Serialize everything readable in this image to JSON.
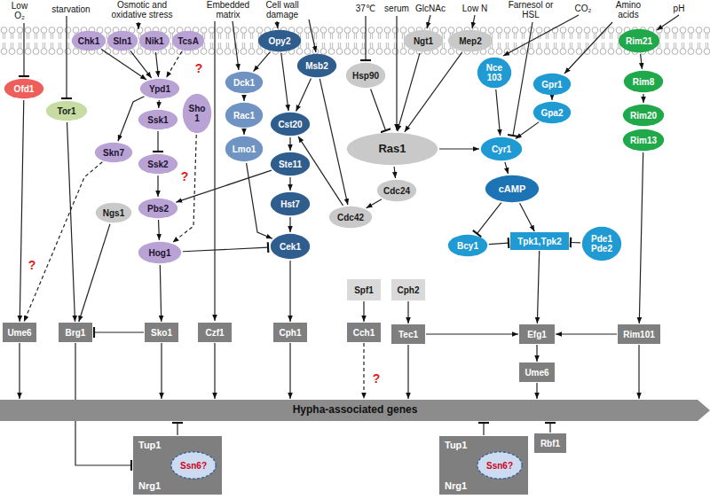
{
  "diagram": {
    "nodes": [
      {
        "text": [
          "Ofd1"
        ]
      },
      {
        "text": [
          "Tor1"
        ]
      },
      {
        "text": [
          "Chk1"
        ]
      },
      {
        "text": [
          "Sln1"
        ]
      },
      {
        "text": [
          "Nik1"
        ]
      },
      {
        "text": [
          "TcsA"
        ]
      },
      {
        "text": [
          "Ypd1"
        ]
      },
      {
        "text": [
          "Sho 1"
        ]
      },
      {
        "text": [
          "Skn7"
        ]
      },
      {
        "text": [
          "Ssk1"
        ]
      },
      {
        "text": [
          "Ssk2"
        ]
      },
      {
        "text": [
          "Pbs2"
        ]
      },
      {
        "text": [
          "Ngs1"
        ]
      },
      {
        "text": [
          "Hog1"
        ]
      },
      {
        "text": [
          "Opy2"
        ]
      },
      {
        "text": [
          "Msb2"
        ]
      },
      {
        "text": [
          "Dck1"
        ]
      },
      {
        "text": [
          "Rac1"
        ]
      },
      {
        "text": [
          "Lmo1"
        ]
      },
      {
        "text": [
          "Cst20"
        ]
      },
      {
        "text": [
          "Ste11"
        ]
      },
      {
        "text": [
          "Hst7"
        ]
      },
      {
        "text": [
          "Cek1"
        ]
      },
      {
        "text": [
          "Hsp90"
        ]
      },
      {
        "text": [
          "Ngt1"
        ]
      },
      {
        "text": [
          "Mep2"
        ]
      },
      {
        "text": [
          "Ras1"
        ]
      },
      {
        "text": [
          "Cdc24"
        ]
      },
      {
        "text": [
          "Cdc42"
        ]
      },
      {
        "text": [
          "Nce 103"
        ]
      },
      {
        "text": [
          "Gpr1"
        ]
      },
      {
        "text": [
          "Gpa2"
        ]
      },
      {
        "text": [
          "Cyr1"
        ]
      },
      {
        "text": [
          "cAMP"
        ]
      },
      {
        "text": [
          "Bcy1"
        ]
      },
      {
        "text": [
          "Tpk1,Tpk2"
        ]
      },
      {
        "text": [
          "Pde1 Pde2"
        ]
      },
      {
        "text": [
          "Rim21"
        ]
      },
      {
        "text": [
          "Rim8"
        ]
      },
      {
        "text": [
          "Rim20"
        ]
      },
      {
        "text": [
          "Rim13"
        ]
      },
      {
        "text": [
          "Ume6"
        ]
      },
      {
        "text": [
          "Brg1"
        ]
      },
      {
        "text": [
          "Sko1"
        ]
      },
      {
        "text": [
          "Czf1"
        ]
      },
      {
        "text": [
          "Cph1"
        ]
      },
      {
        "text": [
          "Spf1"
        ]
      },
      {
        "text": [
          "Cch1"
        ]
      },
      {
        "text": [
          "Cph2"
        ]
      },
      {
        "text": [
          "Tec1"
        ]
      },
      {
        "text": [
          "Efg1"
        ]
      },
      {
        "text": [
          "Ume6"
        ]
      },
      {
        "text": [
          "Rim101"
        ]
      },
      {
        "text": [
          "Hypha-associated genes"
        ]
      },
      {
        "text": [
          "Tup1",
          "Nrg1"
        ]
      },
      {
        "text": [
          "Ssn6?"
        ],
        "in": 54
      },
      {
        "text": [
          "Tup1",
          "Nrg1"
        ]
      },
      {
        "text": [
          "Ssn6?"
        ],
        "in": 56
      },
      {
        "text": [
          "Rbf1"
        ]
      }
    ],
    "edges": [
      {
        "from": 0,
        "to": 41,
        "arrow": "to"
      },
      {
        "from": 1,
        "to": 42,
        "arrow": "to"
      },
      {
        "from": 2,
        "to": 6,
        "arrow": "to"
      },
      {
        "from": 3,
        "to": 6,
        "arrow": "to"
      },
      {
        "from": 4,
        "to": 6,
        "arrow": "to"
      },
      {
        "from": 5,
        "to": 6,
        "arrow": "to"
      },
      {
        "from": 6,
        "to": 9,
        "arrow": "to"
      },
      {
        "from": 6,
        "to": 8,
        "arrow": "to"
      },
      {
        "from": 9,
        "to": 10,
        "arrow": "to"
      },
      {
        "from": 10,
        "to": 11,
        "arrow": "to"
      },
      {
        "from": 11,
        "to": 13,
        "arrow": "to"
      },
      {
        "from": 7,
        "to": 13,
        "arrow": "to"
      },
      {
        "from": 8,
        "to": 41,
        "arrow": "to"
      },
      {
        "from": 12,
        "to": 42,
        "arrow": "to"
      },
      {
        "from": 13,
        "to": 43,
        "arrow": "to"
      },
      {
        "from": 43,
        "to": 42,
        "arrow": "to"
      },
      {
        "from": 13,
        "to": 22,
        "arrow": "to"
      },
      {
        "from": 14,
        "to": 16,
        "arrow": "to"
      },
      {
        "from": 14,
        "to": 19,
        "arrow": "to"
      },
      {
        "from": 15,
        "to": 19,
        "arrow": "to"
      },
      {
        "from": 15,
        "to": 28,
        "arrow": "to"
      },
      {
        "from": 28,
        "to": 19,
        "arrow": "to"
      },
      {
        "from": 16,
        "to": 17,
        "arrow": "to"
      },
      {
        "from": 17,
        "to": 18,
        "arrow": "to"
      },
      {
        "from": 18,
        "to": 22,
        "arrow": "to"
      },
      {
        "from": 19,
        "to": 20,
        "arrow": "to"
      },
      {
        "from": 20,
        "to": 21,
        "arrow": "to"
      },
      {
        "from": 21,
        "to": 22,
        "arrow": "to"
      },
      {
        "from": 22,
        "to": 45,
        "arrow": "to"
      },
      {
        "from": 20,
        "to": 11,
        "arrow": "to"
      },
      {
        "from": 23,
        "to": 26,
        "arrow": "to"
      },
      {
        "from": 24,
        "to": 26,
        "arrow": "to"
      },
      {
        "from": 25,
        "to": 26,
        "arrow": "to"
      },
      {
        "from": 26,
        "to": 32,
        "arrow": "to"
      },
      {
        "from": 26,
        "to": 27,
        "arrow": "to"
      },
      {
        "from": 27,
        "to": 28,
        "arrow": "to"
      },
      {
        "from": 29,
        "to": 32,
        "arrow": "to"
      },
      {
        "from": 30,
        "to": 31,
        "arrow": "to"
      },
      {
        "from": 31,
        "to": 32,
        "arrow": "to"
      },
      {
        "from": 32,
        "to": 33,
        "arrow": "to"
      },
      {
        "from": 33,
        "to": 34,
        "arrow": "to"
      },
      {
        "from": 33,
        "to": 35,
        "arrow": "to"
      },
      {
        "from": 34,
        "to": 35,
        "arrow": "to"
      },
      {
        "from": 36,
        "to": 35,
        "arrow": "to"
      },
      {
        "from": 35,
        "to": 50,
        "arrow": "to"
      },
      {
        "from": 37,
        "to": 38,
        "arrow": "to"
      },
      {
        "from": 38,
        "to": 39,
        "arrow": "to"
      },
      {
        "from": 40,
        "to": 52,
        "arrow": "to"
      },
      {
        "from": 52,
        "to": 50,
        "arrow": "to"
      },
      {
        "from": 50,
        "to": 51,
        "arrow": "to"
      },
      {
        "from": 46,
        "to": 47,
        "arrow": "to"
      },
      {
        "from": 48,
        "to": 49,
        "arrow": "to"
      },
      {
        "from": 49,
        "to": 50,
        "arrow": "to"
      },
      {
        "from": 41,
        "to": 53,
        "arrow": "to"
      },
      {
        "from": 43,
        "to": 53,
        "arrow": "to"
      },
      {
        "from": 44,
        "to": 53,
        "arrow": "to"
      },
      {
        "from": 45,
        "to": 53,
        "arrow": "to"
      },
      {
        "from": 47,
        "to": 53,
        "arrow": "to"
      },
      {
        "from": 49,
        "to": 53,
        "arrow": "to"
      },
      {
        "from": 51,
        "to": 53,
        "arrow": "to"
      },
      {
        "from": 52,
        "to": 53,
        "arrow": "to"
      },
      {
        "from": 42,
        "to": 54,
        "arrow": "to"
      },
      {
        "from": 54,
        "to": 53,
        "arrow": "to"
      },
      {
        "from": 56,
        "to": 53,
        "arrow": "to"
      },
      {
        "from": 58,
        "to": 53,
        "arrow": "to"
      }
    ],
    "labels": [
      "Low O₂",
      "starvation",
      "Osmotic and oxidative stress",
      "Embedded matrix",
      "Cell wall damage",
      "37℃",
      "serum",
      "GlcNAc",
      "Low N",
      "Farnesol or HSL",
      "CO₂",
      "Amino acids",
      "pH",
      "?",
      "?",
      "?",
      "?"
    ]
  }
}
